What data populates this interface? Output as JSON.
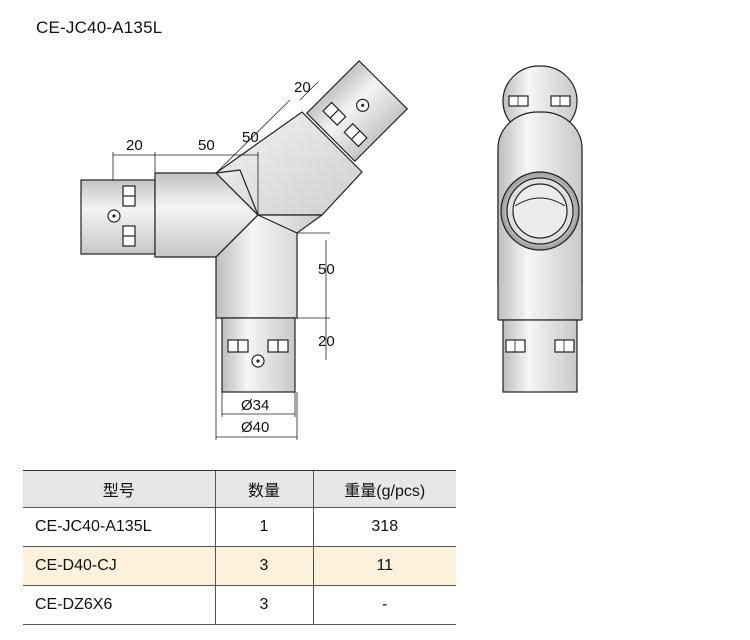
{
  "product": {
    "model_code": "CE-JC40-A135L"
  },
  "dimensions": {
    "d_left_stub": "20",
    "d_left_body": "50",
    "d_diag_body": "50",
    "d_diag_stub": "20",
    "d_down_body": "50",
    "d_down_stub": "20",
    "d_inner": "Ø34",
    "d_outer": "Ø40"
  },
  "table": {
    "headers": [
      "型号",
      "数量",
      "重量(g/pcs)"
    ],
    "rows": [
      {
        "model": "CE-JC40-A135L",
        "qty": "1",
        "weight": "318"
      },
      {
        "model": "CE-D40-CJ",
        "qty": "3",
        "weight": "11"
      },
      {
        "model": "CE-DZ6X6",
        "qty": "3",
        "weight": "-"
      }
    ],
    "highlight_color": "#fcf2dc",
    "header_color": "#e6e6e6"
  }
}
